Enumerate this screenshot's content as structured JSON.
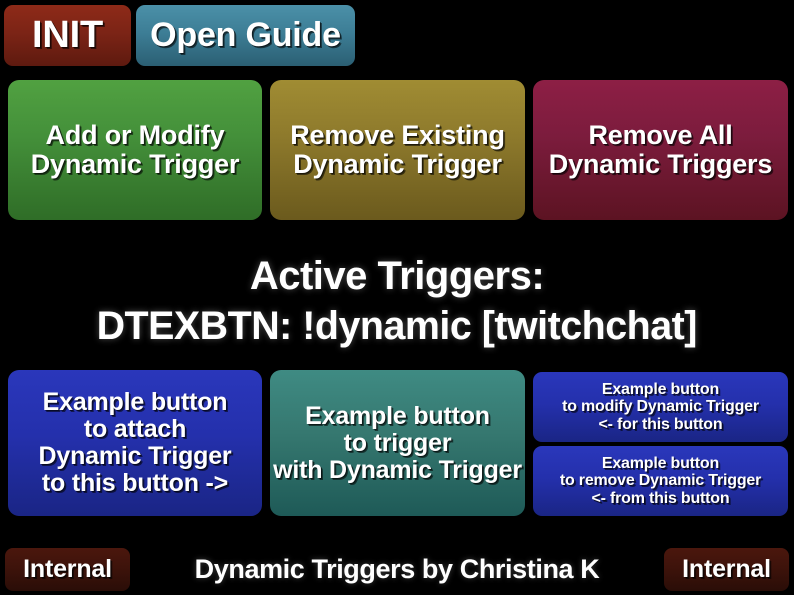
{
  "app": {
    "footer_title": "Dynamic Triggers by Christina K"
  },
  "toolbar": {
    "init_label": "INIT",
    "open_guide_label": "Open Guide"
  },
  "actions": {
    "add_or_modify_label": "Add or Modify\nDynamic Trigger",
    "remove_existing_label": "Remove Existing\nDynamic Trigger",
    "remove_all_label": "Remove All\nDynamic Triggers"
  },
  "status": {
    "heading": "Active Triggers:",
    "trigger_line": "DTEXBTN: !dynamic [twitchchat]"
  },
  "examples": {
    "attach_label": "Example button\nto attach\nDynamic Trigger\nto this button ->",
    "trigger_label": "Example button\nto trigger\nwith Dynamic Trigger",
    "modify_label": "Example button\nto modify Dynamic Trigger\n<- for this button",
    "remove_label": "Example button\nto remove Dynamic Trigger\n<- from this button"
  },
  "badges": {
    "internal_left_label": "Internal",
    "internal_right_label": "Internal"
  },
  "colors": {
    "background": "#000000",
    "init_red": "#7c2416",
    "open_guide_teal": "#3d7e96",
    "add_green": "#44903a",
    "remove_existing_olive": "#8e7a2c",
    "remove_all_maroon": "#7c1c3d",
    "example_blue": "#2430ac",
    "example_teal": "#35776f",
    "internal_dark_red": "#3e130b",
    "text_white": "#ffffff"
  }
}
